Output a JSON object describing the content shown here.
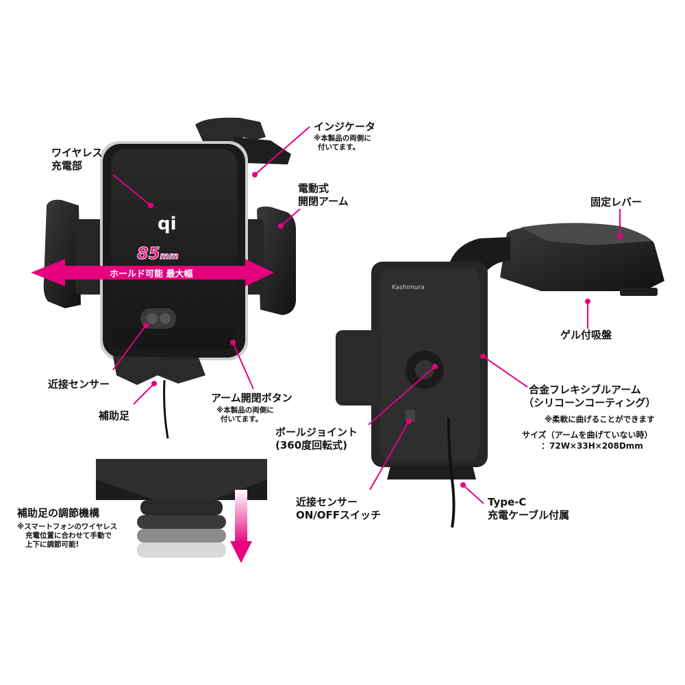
{
  "labels": {
    "wireless_charging_1": "ワイヤレス",
    "wireless_charging_2": "充電部",
    "indicator": "インジケータ",
    "indicator_note_1": "※本製品の両側に",
    "indicator_note_2": "付いてます。",
    "motor_arm_1": "電動式",
    "motor_arm_2": "開閉アーム",
    "proximity_sensor": "近接センサー",
    "support_foot": "補助足",
    "arm_button": "アーム開閉ボタン",
    "arm_button_note_1": "※本製品の両側に",
    "arm_button_note_2": "付いてます。",
    "fixing_lever": "固定レバー",
    "gel_suction": "ゲル付吸盤",
    "flex_arm_1": "合金フレキシブルアーム",
    "flex_arm_2": "（シリコーンコーティング）",
    "flex_arm_note": "※柔軟に曲げることができます",
    "size_line_1": "サイズ（アームを曲げていない時）",
    "size_line_2": "：72W×33H×208Dmm",
    "ball_joint_1": "ボールジョイント",
    "ball_joint_2": "(360度回転式)",
    "sensor_switch_1": "近接センサー",
    "sensor_switch_2": "ON/OFFスイッチ",
    "typec_1": "Type-C",
    "typec_2": "充電ケーブル付属",
    "foot_adjust": "補助足の調節機構",
    "foot_note_1": "※スマートフォンのワイヤレス",
    "foot_note_2": "充電位置に合わせて手動で",
    "foot_note_3": "上下に調節可能!"
  },
  "width_badge": {
    "value": "85",
    "unit": "mm",
    "caption": "ホールド可能 最大幅"
  },
  "logo_mark": "qi",
  "brand_name": "Kashimura",
  "colors": {
    "accent": "#e6007e",
    "device_dark": "#1c1c1c",
    "device_mid": "#2e2e2e",
    "device_light": "#4a4a4a"
  }
}
